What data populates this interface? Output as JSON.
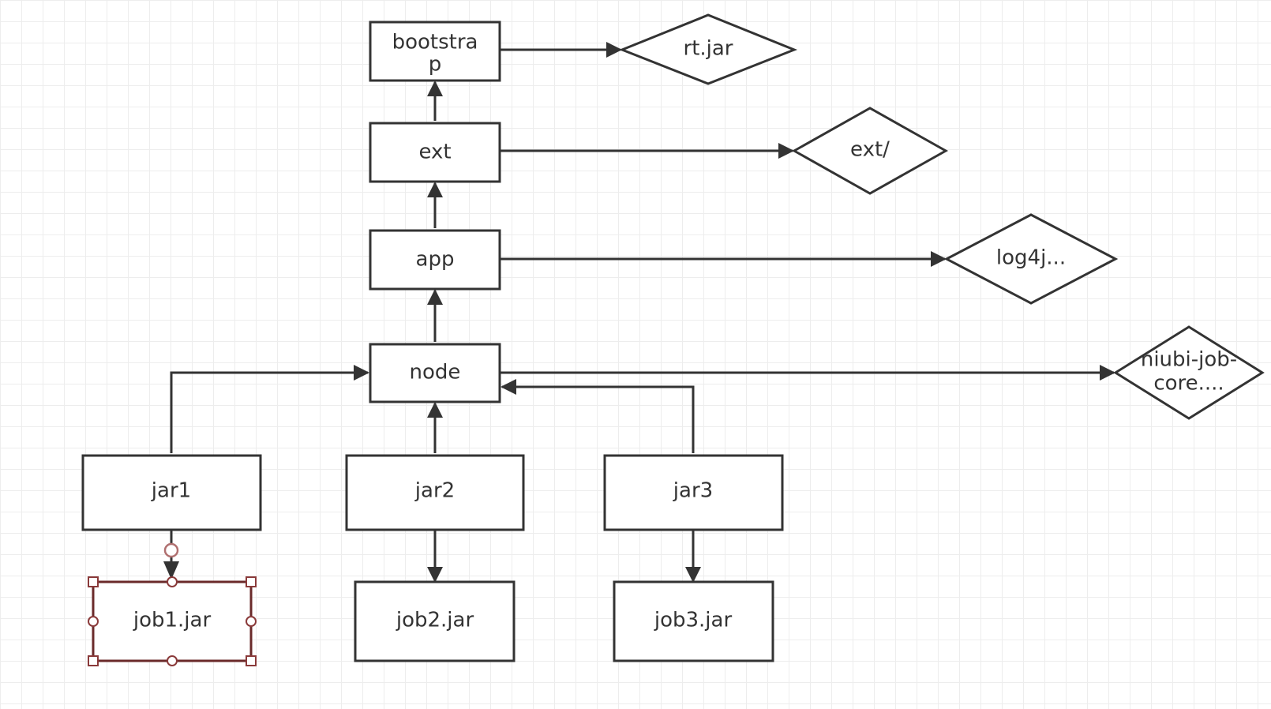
{
  "nodes": {
    "bootstrap": {
      "label_line1": "bootstra",
      "label_line2": "p"
    },
    "ext": {
      "label": "ext"
    },
    "app": {
      "label": "app"
    },
    "node": {
      "label": "node"
    },
    "jar1": {
      "label": "jar1"
    },
    "jar2": {
      "label": "jar2"
    },
    "jar3": {
      "label": "jar3"
    },
    "job1": {
      "label": "job1.jar"
    },
    "job2": {
      "label": "job2.jar"
    },
    "job3": {
      "label": "job3.jar"
    },
    "rt": {
      "label": "rt.jar"
    },
    "extdir": {
      "label": "ext/"
    },
    "log4j": {
      "label": "log4j..."
    },
    "niubi": {
      "label_line1": "niubi-job-",
      "label_line2": "core...."
    }
  },
  "edges": [
    {
      "from": "ext",
      "to": "bootstrap"
    },
    {
      "from": "app",
      "to": "ext"
    },
    {
      "from": "node",
      "to": "app"
    },
    {
      "from": "jar1",
      "to": "node"
    },
    {
      "from": "jar2",
      "to": "node"
    },
    {
      "from": "jar3",
      "to": "node"
    },
    {
      "from": "bootstrap",
      "to": "rt"
    },
    {
      "from": "ext",
      "to": "extdir"
    },
    {
      "from": "app",
      "to": "log4j"
    },
    {
      "from": "node",
      "to": "niubi"
    },
    {
      "from": "jar1",
      "to": "job1"
    },
    {
      "from": "jar2",
      "to": "job2"
    },
    {
      "from": "jar3",
      "to": "job3"
    }
  ],
  "selected_node": "job1",
  "colors": {
    "stroke": "#333333",
    "selection": "#6a2a2a",
    "grid": "#ededed",
    "background": "#ffffff"
  }
}
